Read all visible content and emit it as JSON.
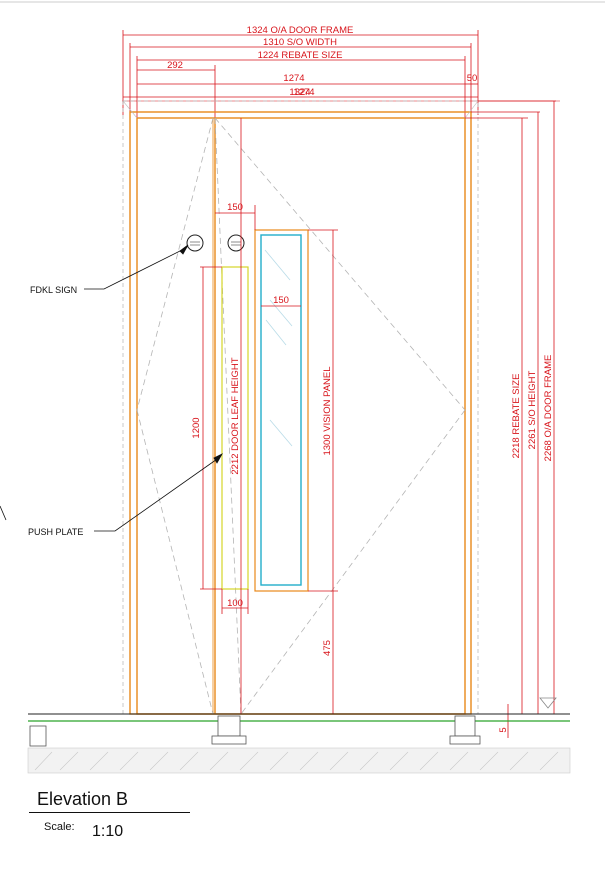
{
  "dimensions": {
    "oa_door_frame_width": "1324 O/A DOOR FRAME",
    "so_width": "1310 S/O WIDTH",
    "rebate_size_width": "1224 REBATE SIZE",
    "offset_292": "292",
    "leaf_1274": "1274",
    "gap_50": "50",
    "overlap_text": "1324",
    "overlap_text_2": "1274",
    "handle_150": "150",
    "vision_150": "150",
    "push_plate_height": "1200",
    "door_leaf_height": "2212 DOOR LEAF HEIGHT",
    "vision_panel_height": "1300 VISION PANEL",
    "bottom_475": "475",
    "push_plate_width": "100",
    "rebate_size_height": "2218 REBATE SIZE",
    "so_height": "2261 S/O HEIGHT",
    "oa_frame_height": "2268 O/A DOOR FRAME",
    "threshold_5": "5"
  },
  "callouts": {
    "fdkl_sign": "FDKL SIGN",
    "push_plate": "PUSH PLATE"
  },
  "title": "Elevation B",
  "scale_label": "Scale:",
  "scale_value": "1:10",
  "colors": {
    "dimension": "#d8141b",
    "frame": "#e8891a",
    "vision_glass": "#22aeca",
    "floor": "#2aa52a",
    "push_plate": "#d6d628",
    "swing_lines": "#b4b4b4"
  }
}
